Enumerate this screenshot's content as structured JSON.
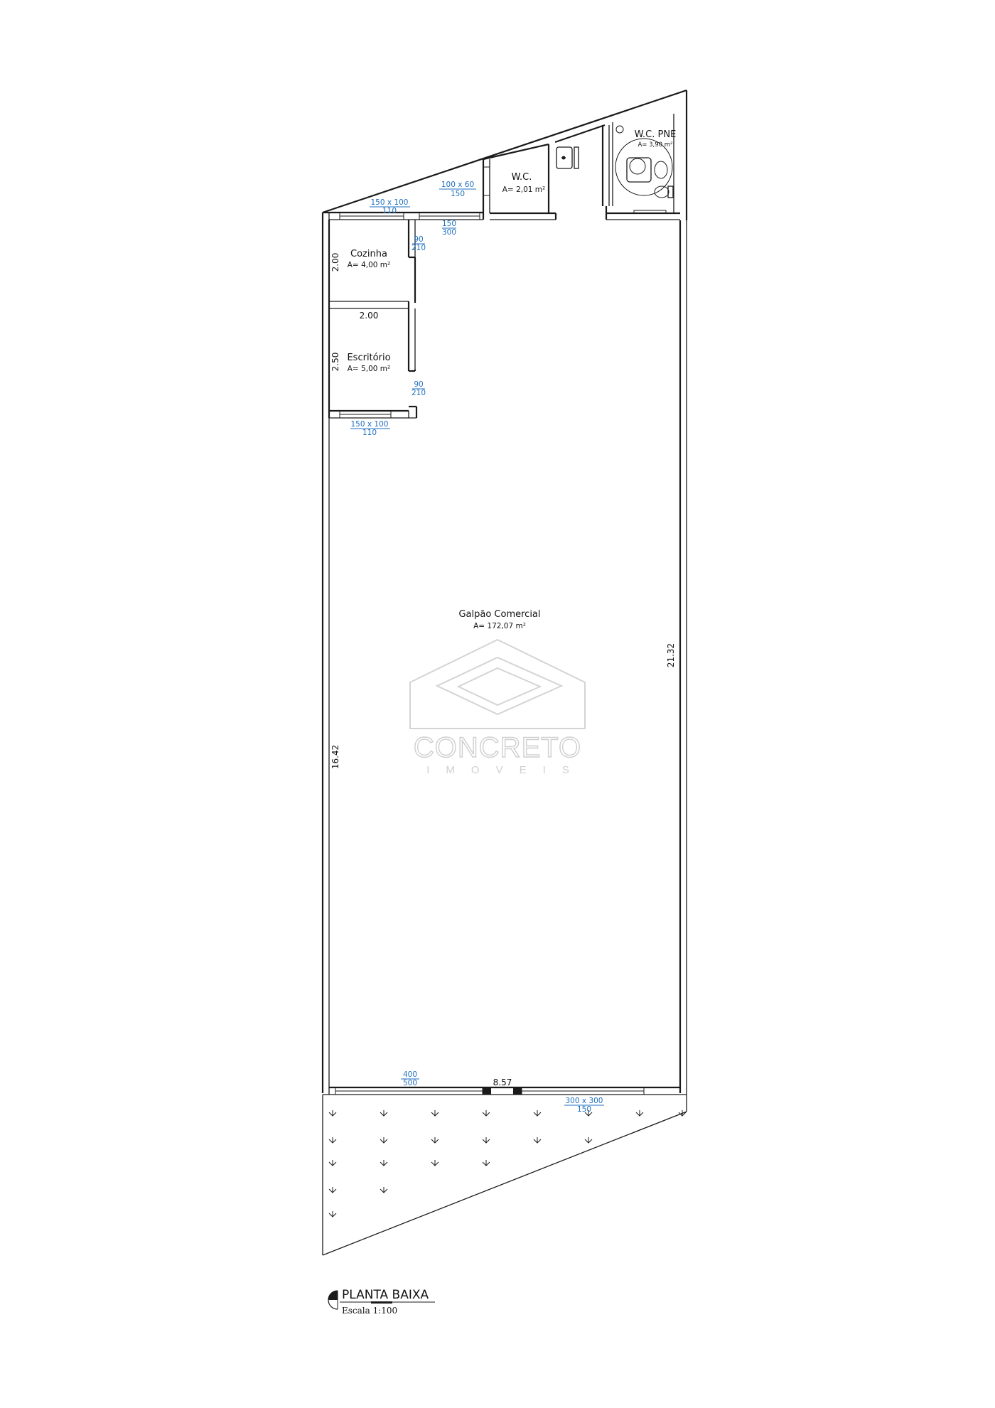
{
  "rooms": {
    "wc": {
      "name": "W.C.",
      "area": "A= 2,01 m²"
    },
    "wc_pne": {
      "name": "W.C. PNE",
      "area": "A= 3,90 m²"
    },
    "cozinha": {
      "name": "Cozinha",
      "area": "A= 4,00 m²"
    },
    "escritorio": {
      "name": "Escritório",
      "area": "A= 5,00 m²"
    },
    "galpao": {
      "name": "Galpão Comercial",
      "area": "A= 172,07 m²"
    }
  },
  "dimensions": {
    "cozinha_height": "2.00",
    "escritorio_width": "2.00",
    "escritorio_height": "2.50",
    "right_wall": "21.32",
    "left_wall": "16.42",
    "front_width": "8.57"
  },
  "openings": {
    "window_top_left": {
      "size": "150 x 100",
      "sill": "110"
    },
    "window_wc": {
      "size": "100 x 60",
      "sill": "150"
    },
    "door_top": {
      "top": "150",
      "bottom": "300"
    },
    "door_cozinha": {
      "top": "90",
      "bottom": "210"
    },
    "door_escritorio": {
      "top": "90",
      "bottom": "210"
    },
    "window_escritorio": {
      "size": "150 x 100",
      "sill": "110"
    },
    "door_front_left": {
      "top": "400",
      "bottom": "500"
    },
    "door_front_right": {
      "size": "300 x 300",
      "sill": "150"
    }
  },
  "watermark": {
    "brand": "CONCRETO",
    "sub": "IMOVEIS"
  },
  "title": {
    "name": "PLANTA BAIXA",
    "scale": "Escala 1:100"
  }
}
